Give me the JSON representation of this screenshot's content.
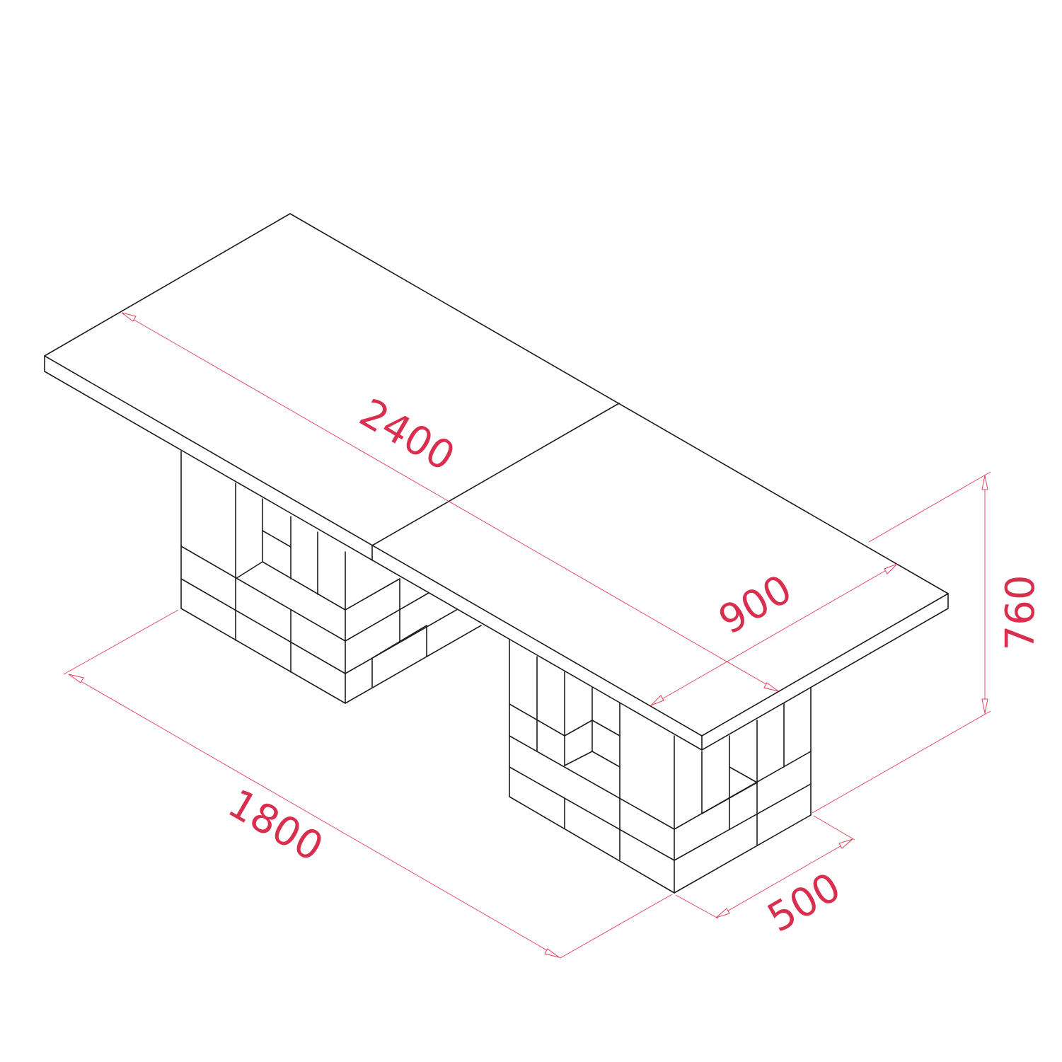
{
  "dimensions": {
    "length": "2400",
    "depth": "900",
    "height": "760",
    "base_span": "1800",
    "base_depth": "500"
  },
  "colors": {
    "line": "#1c1c1c",
    "dimension": "#e23f5a",
    "background": "#ffffff"
  }
}
